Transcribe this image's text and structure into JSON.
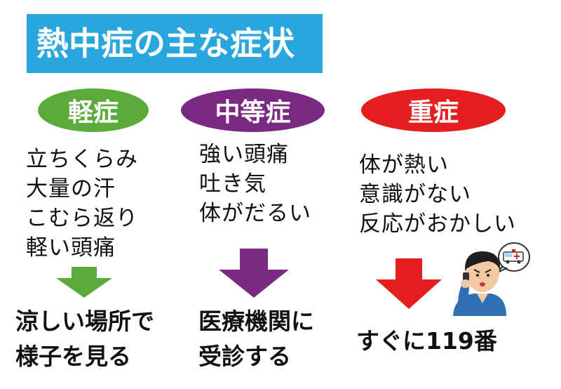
{
  "title": "熱中症の主な症状",
  "levels": [
    {
      "label": "軽症",
      "color": "#5aab3a",
      "symptoms": [
        "立ちくらみ",
        "大量の汗",
        "こむら返り",
        "軽い頭痛"
      ],
      "action": [
        "涼しい場所で",
        "様子を見る"
      ]
    },
    {
      "label": "中等症",
      "color": "#7b2a84",
      "symptoms": [
        "強い頭痛",
        "吐き気",
        "体がだるい"
      ],
      "action": [
        "医療機関に",
        "受診する"
      ]
    },
    {
      "label": "重症",
      "color": "#e51f1f",
      "symptoms": [
        "体が熱い",
        "意識がない",
        "反応がおかしい"
      ],
      "action": [
        "すぐに119番"
      ]
    }
  ],
  "icons": {
    "person": "person-on-phone-icon",
    "ambulance": "ambulance-icon"
  },
  "colors": {
    "title_bg": "#29a6dd",
    "title_text": "#ffffff"
  }
}
